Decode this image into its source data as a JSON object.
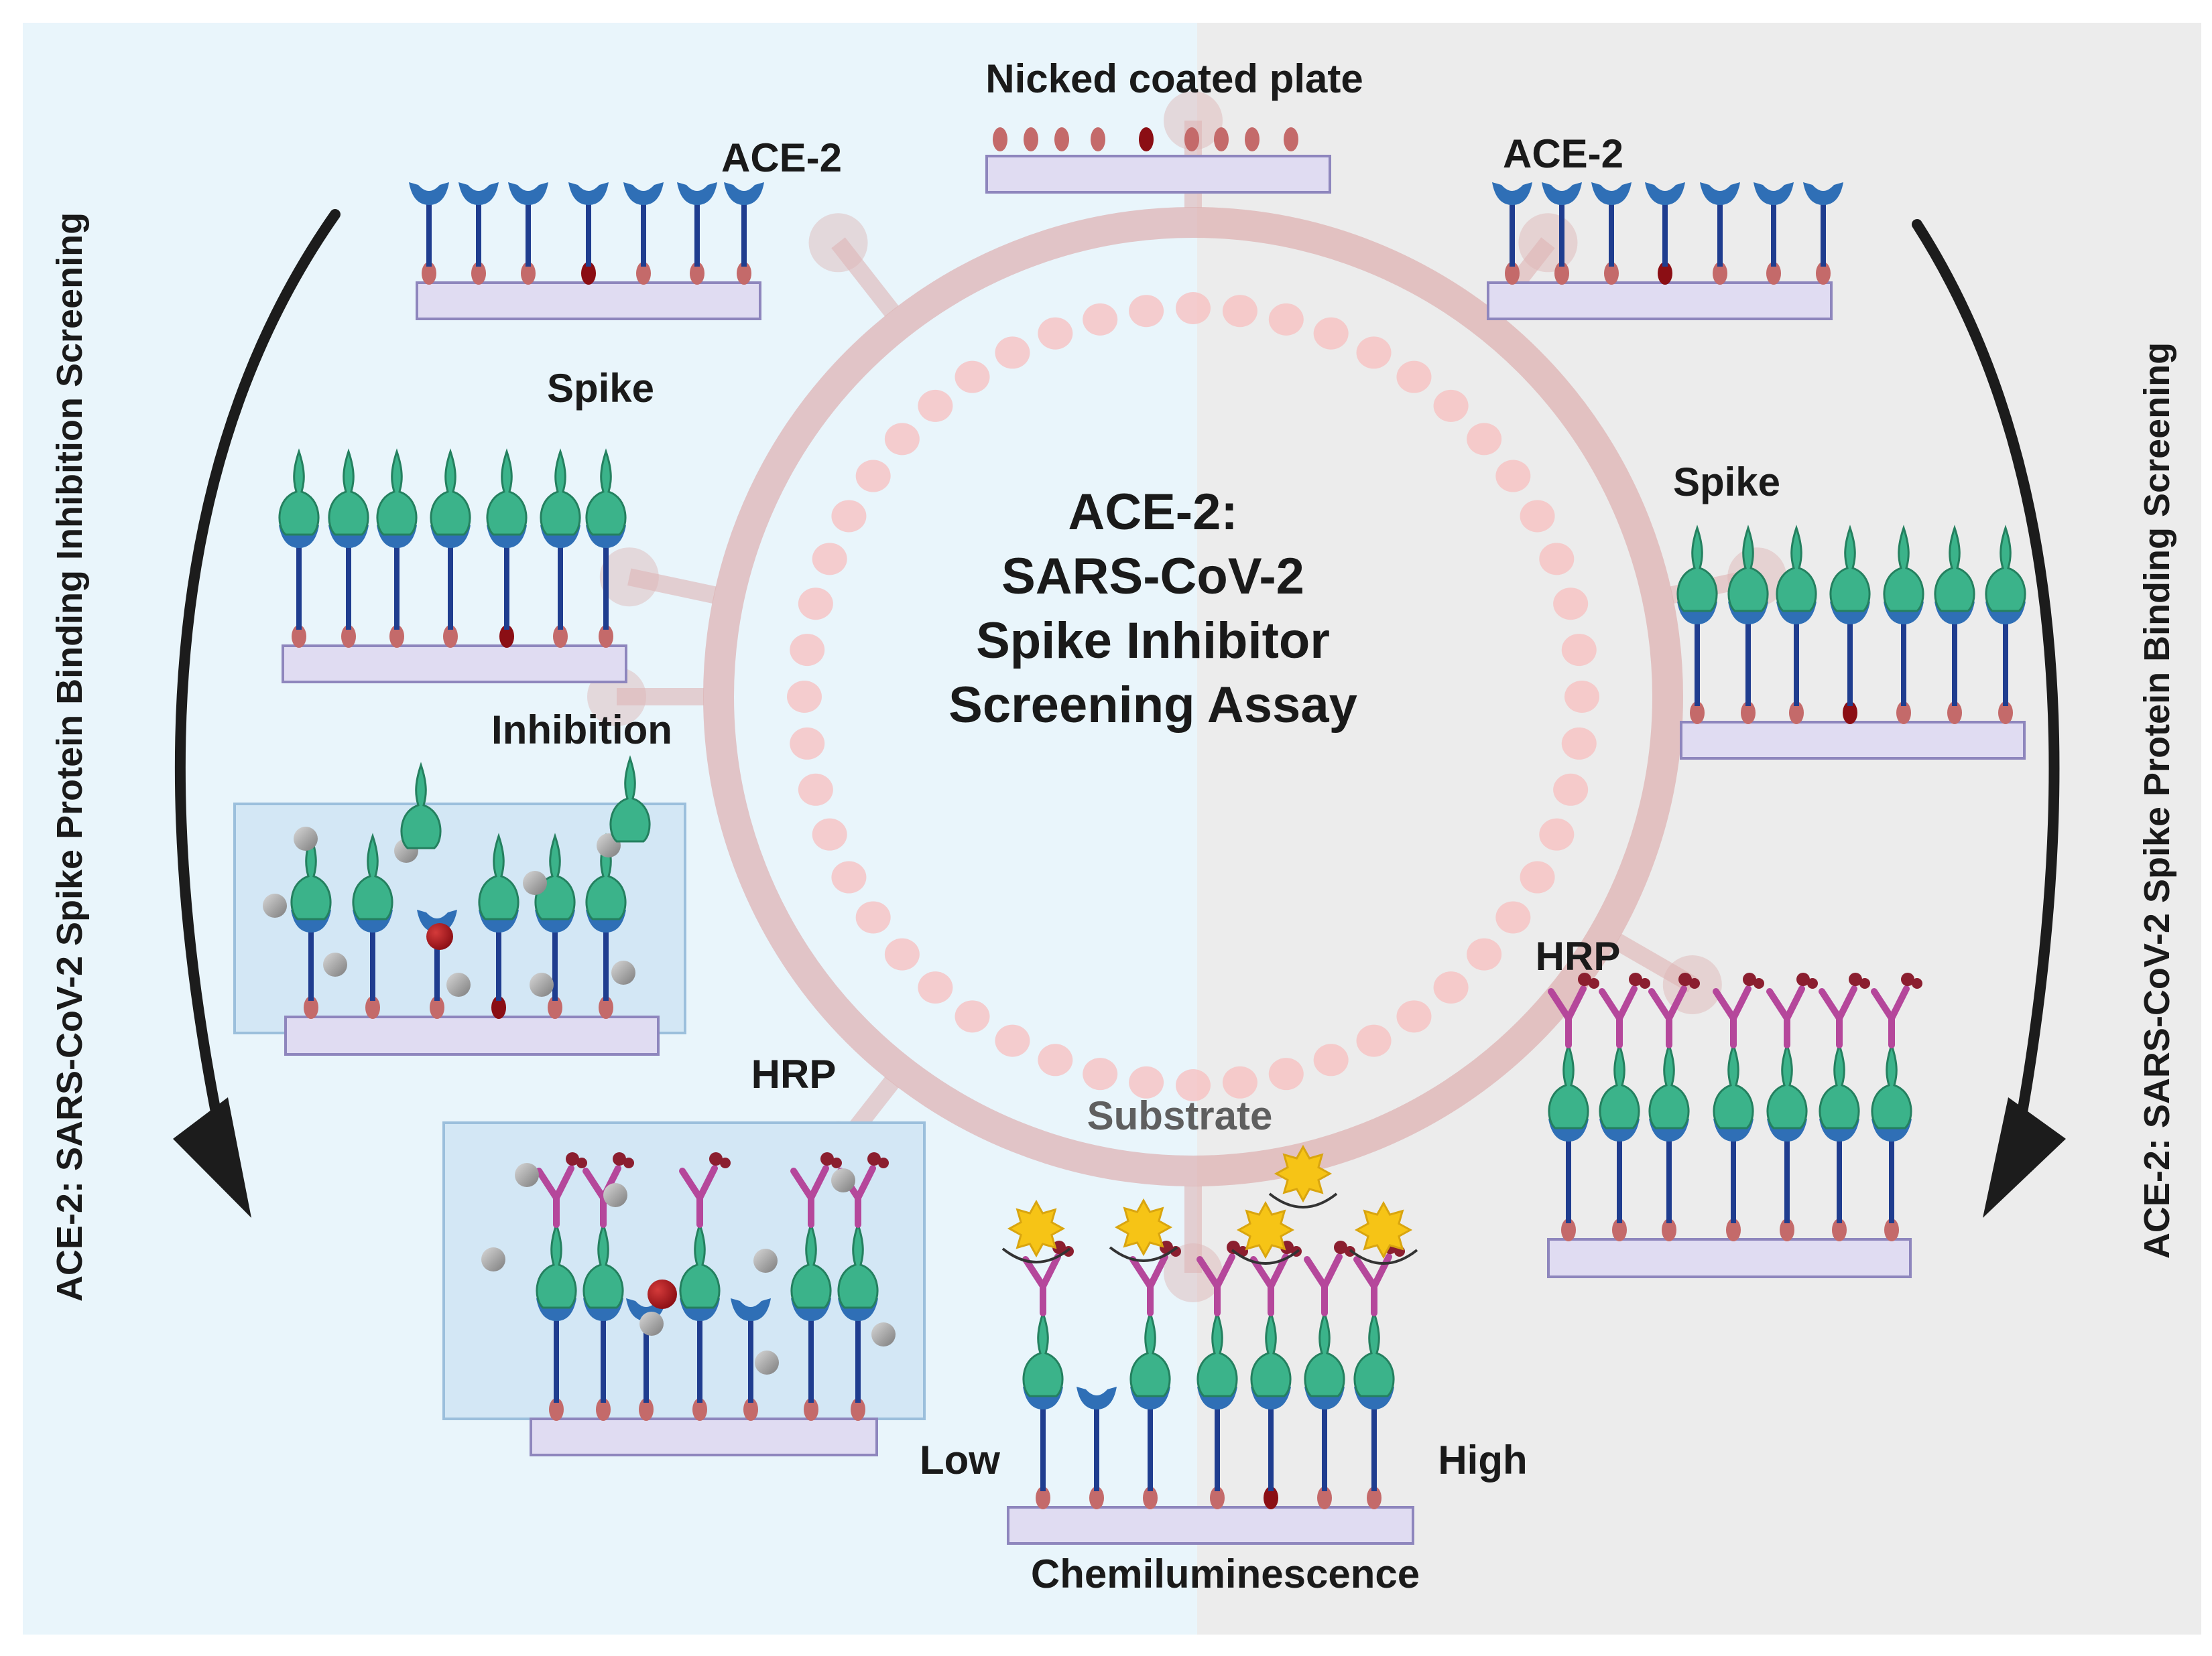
{
  "title_lines": [
    "ACE-2:",
    "SARS-CoV-2",
    "Spike Inhibitor",
    "Screening Assay"
  ],
  "side_left": "ACE-2: SARS-CoV-2 Spike Protein Binding Inhibition Screening",
  "side_right": "ACE-2: SARS-CoV-2 Spike Protein Binding Screening",
  "labels": {
    "nicked_coated_plate": "Nicked coated plate",
    "ace2_left": "ACE-2",
    "ace2_right": "ACE-2",
    "spike_left": "Spike",
    "spike_right": "Spike",
    "inhibition": "Inhibition",
    "hrp_left": "HRP",
    "hrp_right": "HRP",
    "substrate": "Substrate",
    "low": "Low",
    "high": "High",
    "chemiluminescence": "Chemiluminescence"
  },
  "colors": {
    "left_panel": "#e9f5fb",
    "right_panel": "#ececec",
    "ring": "#dba8a8",
    "ring_beads": "#f8bcbc",
    "plate": "#e0dcf2",
    "plate_border": "#8e86bd",
    "ace2_receptor": "#2f6fb6",
    "stem": "#1f3d8f",
    "anchor": "#c46a6a",
    "anchor_dark": "#8b0e14",
    "spike_protein": "#3bb38a",
    "antibody": "#b5479b",
    "hrp_enzyme": "#8b1e2f",
    "substrate_star": "#f6c416",
    "inhibitor_ball": "#9a9a9a",
    "arrow": "#1c1c1c"
  }
}
